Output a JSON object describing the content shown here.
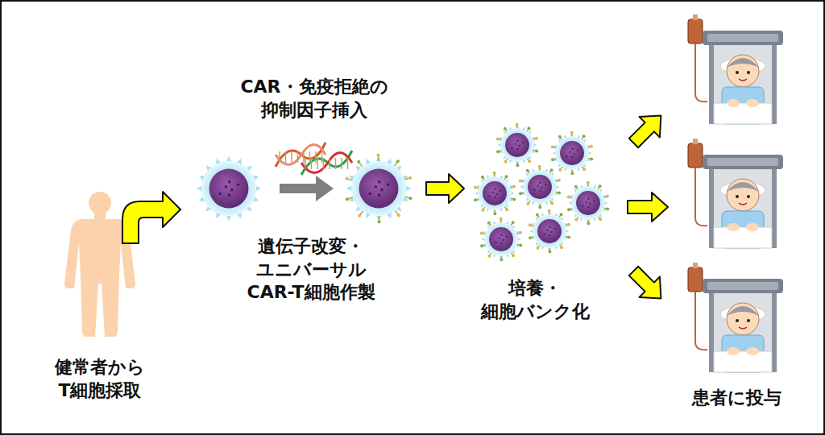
{
  "diagram": {
    "labels": [
      "CAR・免疫拒絶の 抑制因子挿入",
      "健常者から T細胞採取",
      "遺伝子改変・ ユニバーサル CAR-T細胞作製",
      "培養・ 細胞バンク化",
      "患者に投与"
    ]
  }
}
